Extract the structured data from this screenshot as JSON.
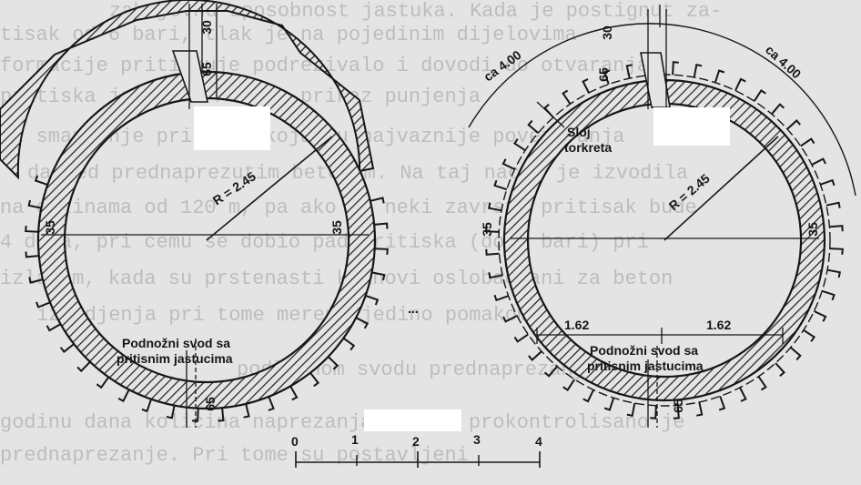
{
  "background_text": [
    "zahtjevnu sposobnost jastuka. Kada je postignut za-",
    "tisak od 6 bari, tlak je na pojedinim dijelovima",
    "formacije pritiskuje podrezivalo i dovodi do otvaranja",
    "pritiska jastuka. Ako je prikaz punjenja",
    "uz smanjenje pritiska koja su najvaznije povezivanja",
    "da ved prednaprezutim betonom. Na taj nacin je izvodila",
    "na duzinama od 120 m, pa ako se neki zavrsni pritisak bude",
    "4 dana, pri cemu se dobio pad pritiska (do 5 bari) pri",
    "izlazom, kada su prstenasti klinovi oslobadjani za beton",
    "izvodjenja pri tome mereno jedino pomakom",
    "podloznom svodu prednaprezanje",
    "godinu dana kolicina naprezanja tunela prokontrolisano je",
    "prednaprezanje. Pri tome su postavljeni"
  ],
  "left_tunnel": {
    "crown_thickness": "30",
    "crown_depth": "65",
    "side_left": "35",
    "side_right": "35",
    "radius_label": "R = 2.45",
    "bottom_depth": "65",
    "invert_label_line1": "Podnožni svod sa",
    "invert_label_line2": "pritisnim jastucima",
    "center_mark": "..."
  },
  "right_tunnel": {
    "crown_thickness": "30",
    "crown_depth": "65",
    "arc_left": "ca 4.00",
    "arc_right": "ca 4.00",
    "shotcrete_line1": "Sloj",
    "shotcrete_line2": "torkreta",
    "radius_label": "R = 2.45",
    "side_left": "35",
    "side_right": "35",
    "half_width_left": "1.62",
    "half_width_right": "1.62",
    "bottom_depth": "65",
    "invert_label_line1": "Podnožni svod sa",
    "invert_label_line2": "pritisnim jastucima"
  },
  "scale_bar": {
    "ticks": [
      "0",
      "1",
      "2",
      "3",
      "4"
    ]
  },
  "colors": {
    "ink": "#161616",
    "paper": "#e4e4e4",
    "ghost_text": "#bdbdbd",
    "redaction": "#ffffff"
  }
}
